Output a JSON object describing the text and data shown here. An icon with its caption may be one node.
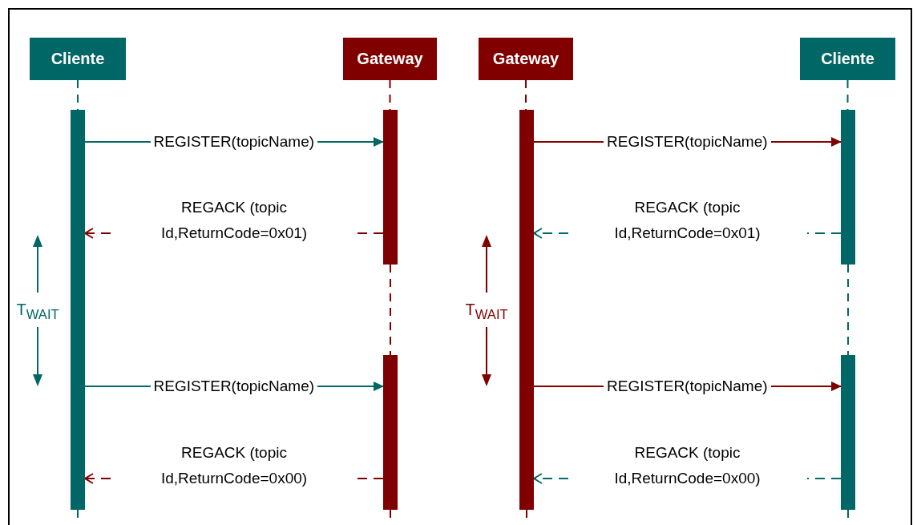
{
  "diagram": {
    "nodes": [
      {
        "text": [
          "Cliente"
        ]
      },
      {
        "text": [
          "Gateway"
        ]
      },
      {
        "text": [
          "Gateway"
        ]
      },
      {
        "text": [
          "Cliente"
        ]
      },
      {
        "text": [],
        "shape": "bar"
      },
      {
        "text": [],
        "shape": "bar"
      },
      {
        "text": [],
        "shape": "bar"
      },
      {
        "text": [],
        "shape": "bar"
      },
      {
        "text": [],
        "shape": "bar"
      },
      {
        "text": [],
        "shape": "bar"
      }
    ],
    "edges": [
      {
        "from": 0,
        "to": 4,
        "arrow": "none",
        "style": "dashed",
        "color": "#006666"
      },
      {
        "from": 1,
        "to": 5,
        "arrow": "none",
        "style": "dashed",
        "color": "#800000"
      },
      {
        "from": 5,
        "to": 6,
        "arrow": "none",
        "style": "dashed",
        "color": "#800000"
      },
      {
        "from": 2,
        "to": 7,
        "arrow": "none",
        "style": "dashed",
        "color": "#800000"
      },
      {
        "from": 3,
        "to": 8,
        "arrow": "none",
        "style": "dashed",
        "color": "#006666"
      },
      {
        "from": 8,
        "to": 9,
        "arrow": "none",
        "style": "dashed",
        "color": "#006666"
      },
      {
        "from": 4,
        "to": 5,
        "arrow": "to",
        "label": "REGISTER(topicName)",
        "color": "#006666"
      },
      {
        "from": 5,
        "to": 4,
        "arrow": "to",
        "label": "REGACK (topic Id,ReturnCode=0x01)",
        "style": "dashed",
        "color": "#800000"
      },
      {
        "from": 4,
        "to": 6,
        "arrow": "to",
        "label": "REGISTER(topicName)",
        "color": "#006666"
      },
      {
        "from": 6,
        "to": 4,
        "arrow": "to",
        "label": "REGACK (topic Id,ReturnCode=0x00)",
        "style": "dashed",
        "color": "#800000"
      },
      {
        "from": 7,
        "to": 8,
        "arrow": "to",
        "label": "REGISTER(topicName)",
        "color": "#800000"
      },
      {
        "from": 8,
        "to": 7,
        "arrow": "to",
        "label": "REGACK (topic Id,ReturnCode=0x01)",
        "style": "dashed",
        "color": "#006666"
      },
      {
        "from": 7,
        "to": 9,
        "arrow": "to",
        "label": "REGISTER(topicName)",
        "color": "#800000"
      },
      {
        "from": 9,
        "to": 7,
        "arrow": "to",
        "label": "REGACK (topic Id,ReturnCode=0x00)",
        "style": "dashed",
        "color": "#006666"
      }
    ],
    "labels": [
      "T$_{WAIT}$",
      "T$_{WAIT}$"
    ]
  }
}
